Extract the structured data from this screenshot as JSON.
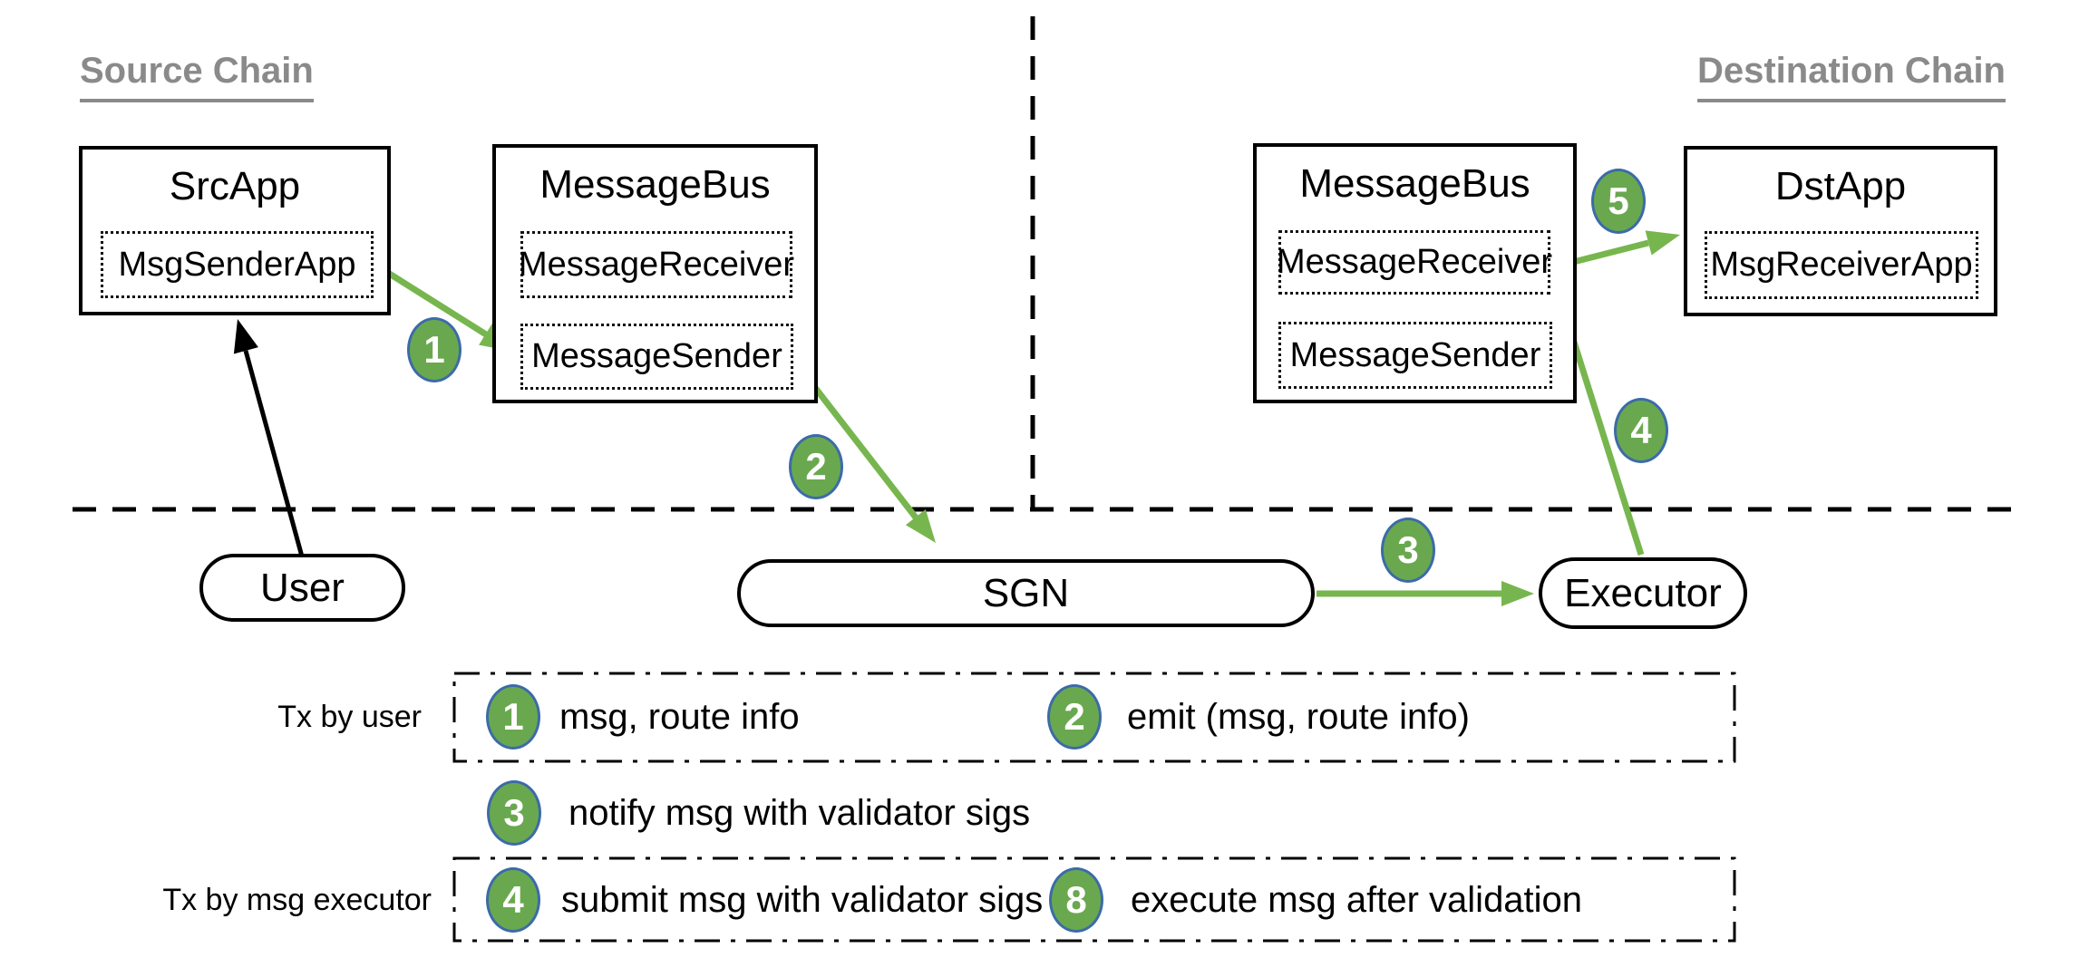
{
  "colors": {
    "badge_fill": "#6aa84f",
    "badge_border": "#3c6ba8",
    "arrow_green": "#77b64e",
    "title_gray": "#8a8a8a"
  },
  "section_titles": {
    "source": "Source Chain",
    "destination": "Destination Chain"
  },
  "source_chain": {
    "src_app": {
      "title": "SrcApp",
      "module": "MsgSenderApp"
    },
    "message_bus": {
      "title": "MessageBus",
      "receiver": "MessageReceiver",
      "sender": "MessageSender"
    }
  },
  "destination_chain": {
    "message_bus": {
      "title": "MessageBus",
      "receiver": "MessageReceiver",
      "sender": "MessageSender"
    },
    "dst_app": {
      "title": "DstApp",
      "module": "MsgReceiverApp"
    }
  },
  "offchain": {
    "user": "User",
    "sgn": "SGN",
    "executor": "Executor"
  },
  "flow_badges": {
    "b1": "1",
    "b2": "2",
    "b3": "3",
    "b4": "4",
    "b5": "5"
  },
  "legend": {
    "groups": [
      {
        "label": "Tx by user",
        "items": [
          {
            "num": "1",
            "text": "msg, route info"
          },
          {
            "num": "2",
            "text": "emit (msg, route info)"
          }
        ]
      },
      {
        "label": "",
        "items": [
          {
            "num": "3",
            "text": "notify msg with validator sigs"
          }
        ]
      },
      {
        "label": "Tx by msg executor",
        "items": [
          {
            "num": "4",
            "text": "submit msg with validator sigs"
          },
          {
            "num": "8",
            "text": "execute msg after validation"
          }
        ]
      }
    ]
  }
}
